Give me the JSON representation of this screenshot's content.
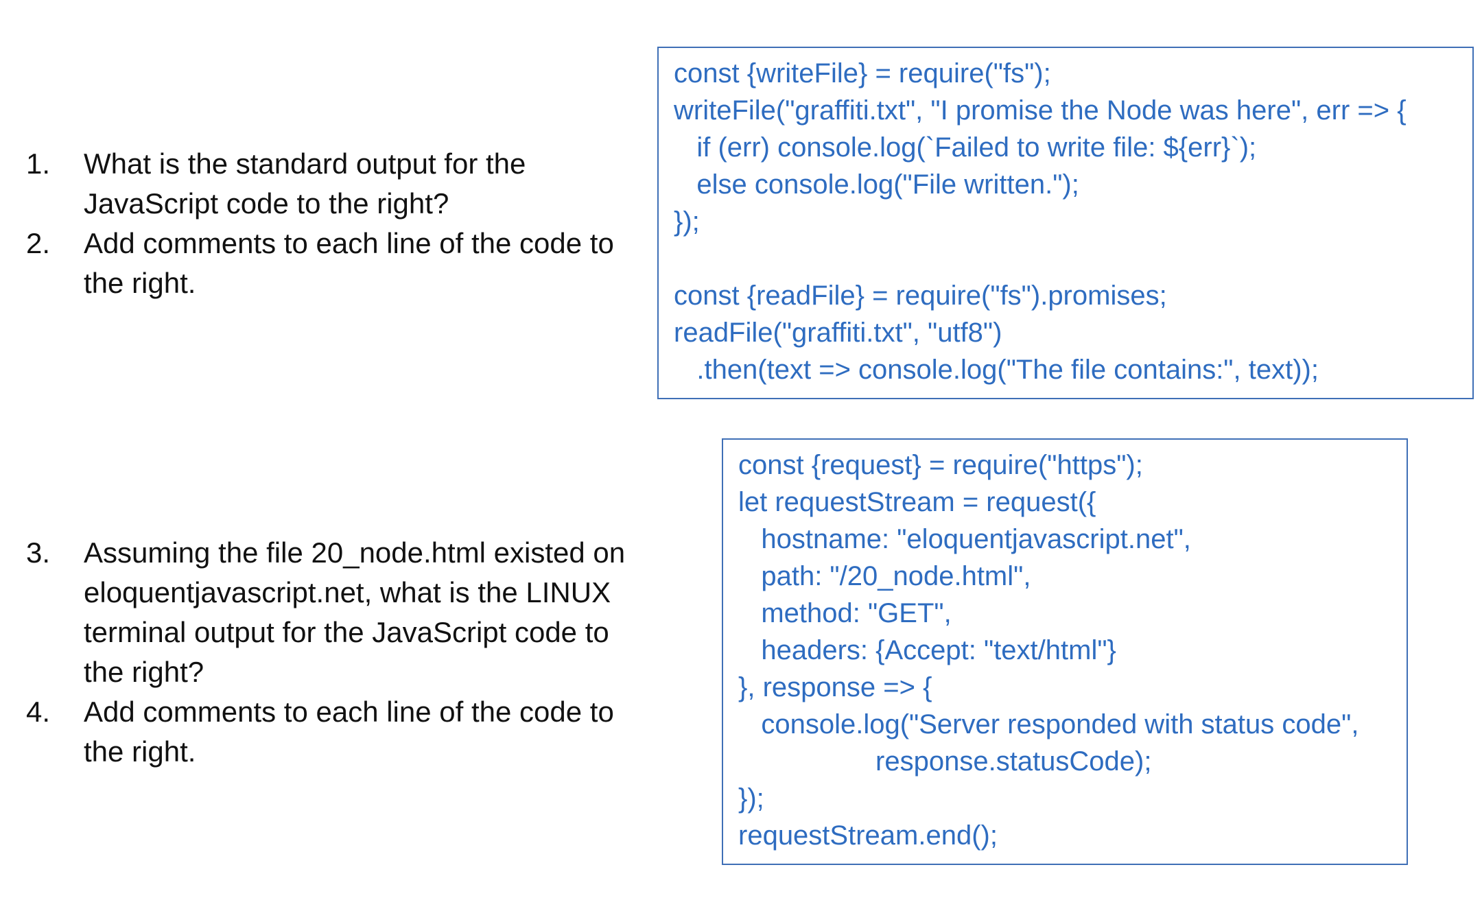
{
  "questions_top": [
    {
      "num": "1.",
      "text": "What is the standard output for the JavaScript code to the right?"
    },
    {
      "num": "2.",
      "text": "Add comments to each line of the code to the right."
    }
  ],
  "questions_bottom": [
    {
      "num": "3.",
      "text": "Assuming the file 20_node.html existed on eloquentjavascript.net, what is the LINUX terminal output for the JavaScript code to the right?"
    },
    {
      "num": "4.",
      "text": "Add comments to each line of the code to the right."
    }
  ],
  "code_block_1": [
    "const {writeFile} = require(\"fs\");",
    "writeFile(\"graffiti.txt\", \"I promise the Node was here\", err => {",
    "   if (err) console.log(`Failed to write file: ${err}`);",
    "   else console.log(\"File written.\");",
    "});",
    "",
    "const {readFile} = require(\"fs\").promises;",
    "readFile(\"graffiti.txt\", \"utf8\")",
    "   .then(text => console.log(\"The file contains:\", text));"
  ],
  "code_block_2": [
    "const {request} = require(\"https\");",
    "let requestStream = request({",
    "   hostname: \"eloquentjavascript.net\",",
    "   path: \"/20_node.html\",",
    "   method: \"GET\",",
    "   headers: {Accept: \"text/html\"}",
    "}, response => {",
    "   console.log(\"Server responded with status code\",",
    "                  response.statusCode);",
    "});",
    "requestStream.end();"
  ],
  "colors": {
    "code_text": "#2e6cc0",
    "code_border": "#3f6fb6",
    "question_text": "#111111"
  }
}
